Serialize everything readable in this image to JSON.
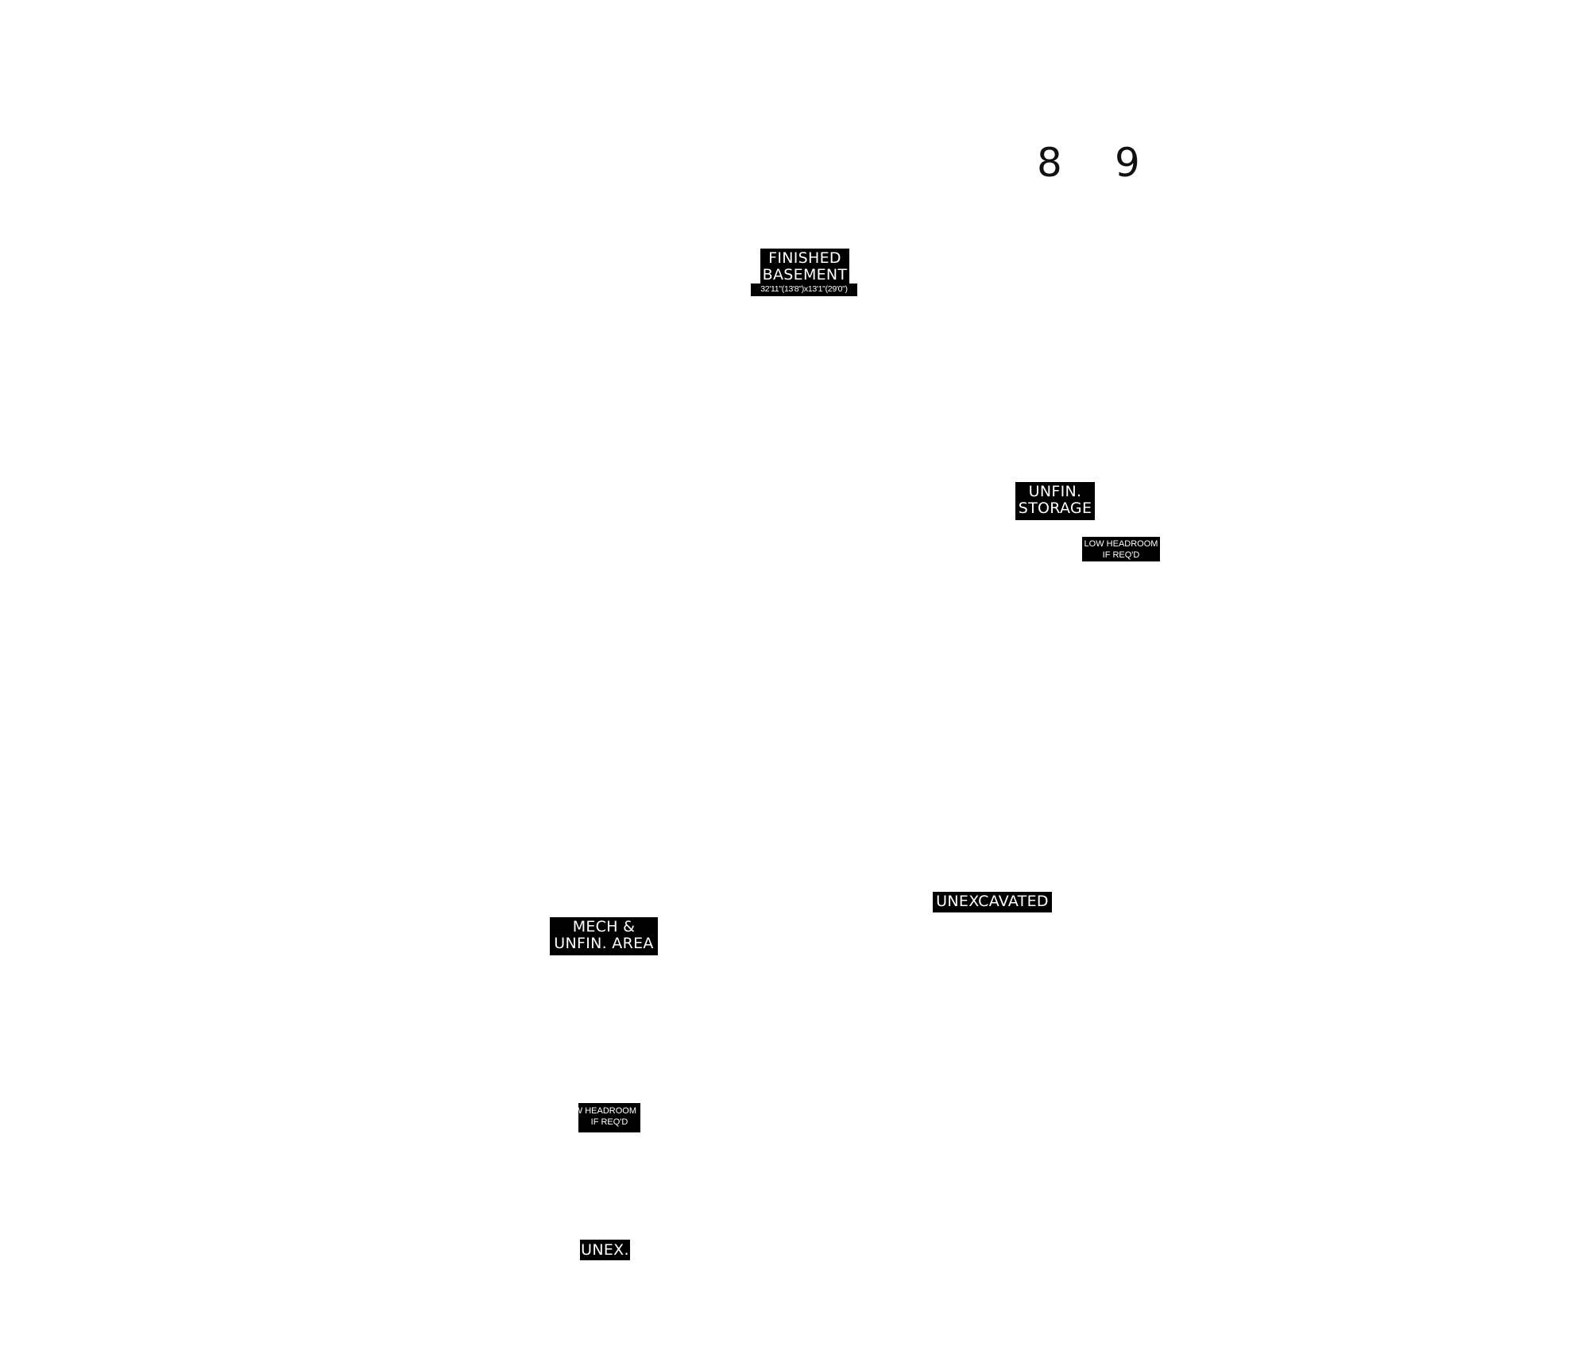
{
  "markers": [
    "8",
    "9"
  ],
  "rooms": {
    "finished_basement": {
      "line1": "FINISHED",
      "line2": "BASEMENT",
      "dimensions": "32'11\"(13'8\")x13'1\"(29'0\")"
    },
    "unfin_storage": {
      "line1": "UNFIN.",
      "line2": "STORAGE"
    },
    "low_headroom_right": {
      "line1": "LOW HEADROOM",
      "line2": "IF REQ'D"
    },
    "unexcavated": {
      "label": "UNEXCAVATED"
    },
    "mech_unfin": {
      "line1": "MECH &",
      "line2": "UNFIN. AREA"
    },
    "low_headroom_left": {
      "line1": "LOW HEADROOM",
      "line2": "IF REQ'D"
    },
    "unex": {
      "label": "UNEX."
    }
  },
  "colors": {
    "background": "#ffffff",
    "label_fill": "#000000",
    "label_text": "#ffffff",
    "marker_text": "#111111"
  }
}
